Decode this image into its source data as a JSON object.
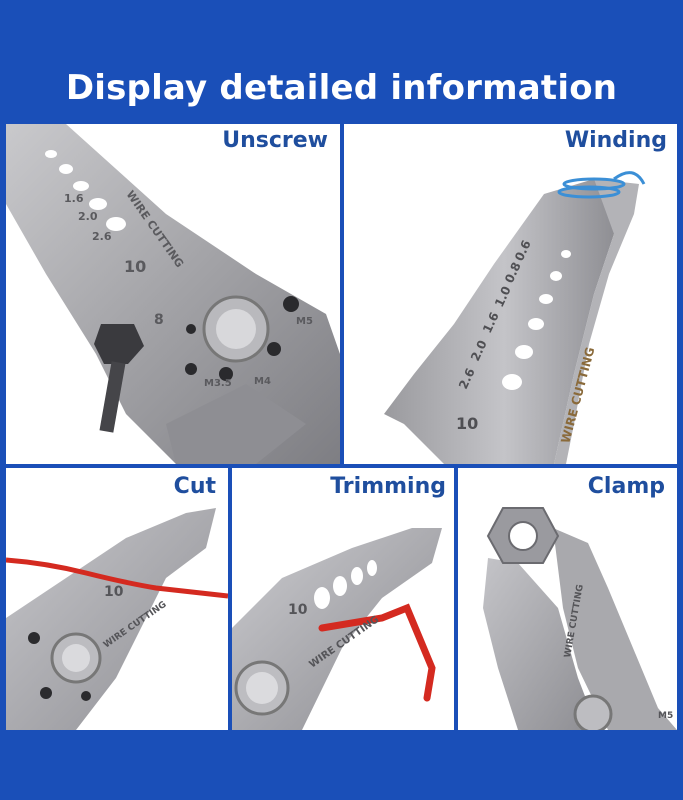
{
  "headline": "Display detailed information",
  "panels": {
    "unscrew": {
      "label": "Unscrew",
      "sizes": [
        "1.6",
        "2.0",
        "2.6"
      ],
      "gauge": "10",
      "gauge2": "8",
      "brand": "WIRE CUTTING",
      "thread_m5": "M5",
      "thread_m4": "M4",
      "thread_m3_5": "M3.5"
    },
    "winding": {
      "label": "Winding",
      "sizes": [
        "0.6",
        "0.8",
        "1.0",
        "1.6",
        "2.0",
        "2.6"
      ],
      "gauge": "10",
      "brand": "WIRE CUTTING"
    },
    "cut": {
      "label": "Cut",
      "gauge": "10",
      "brand": "WIRE CUTTING"
    },
    "trimming": {
      "label": "Trimming",
      "gauge": "10",
      "brand": "WIRE CUTTING"
    },
    "clamp": {
      "label": "Clamp",
      "brand": "WIRE CUTTING",
      "thread": "M5"
    }
  },
  "colors": {
    "background": "#1a4fb8",
    "label": "#1f4e9e",
    "steel": "#a8a8ac",
    "wire_red": "#d42a20",
    "wire_blue": "#3b8fd6"
  }
}
